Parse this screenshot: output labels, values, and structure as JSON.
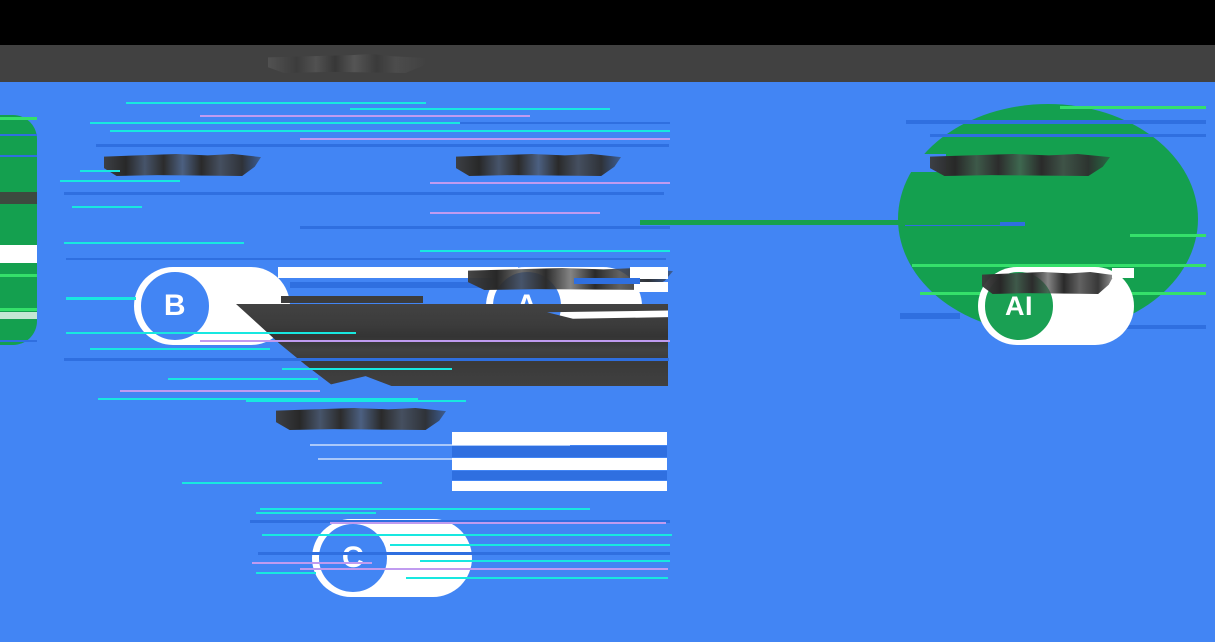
{
  "window": {
    "title_text": "",
    "title_obscured": true,
    "chrome_color": "#414141",
    "letterbox_color": "#000000"
  },
  "canvas": {
    "background_color": "#4285f4",
    "accent_blue": "#4285f4",
    "accent_green": "#14a04f",
    "connector_color": "#17a04d",
    "node_text_color": "#ffffff",
    "label_color": "#3c3c3c"
  },
  "nodes": [
    {
      "id": "node-b",
      "label": "B",
      "color": "#4285f4",
      "caption": "",
      "caption_obscured": true
    },
    {
      "id": "node-a",
      "label": "A",
      "color": "#4285f4",
      "caption": "",
      "caption_obscured": true
    },
    {
      "id": "node-c",
      "label": "C",
      "color": "#4285f4",
      "caption": "",
      "caption_obscured": true
    },
    {
      "id": "node-ai",
      "label": "AI",
      "color": "#14a04f",
      "caption": "",
      "caption_obscured": true
    }
  ],
  "connectors": [
    {
      "from": "node-a",
      "to": "node-ai",
      "color": "#17a04d"
    }
  ],
  "labels": {
    "above_b": "",
    "above_a": "",
    "below_a": "",
    "above_c": "",
    "above_ai": "",
    "below_ai": "",
    "paragraph_block": ""
  },
  "glitch": {
    "type": "rgb-shift-scanline",
    "channels": [
      "cyan",
      "magenta",
      "white",
      "green"
    ],
    "severity": "high"
  }
}
